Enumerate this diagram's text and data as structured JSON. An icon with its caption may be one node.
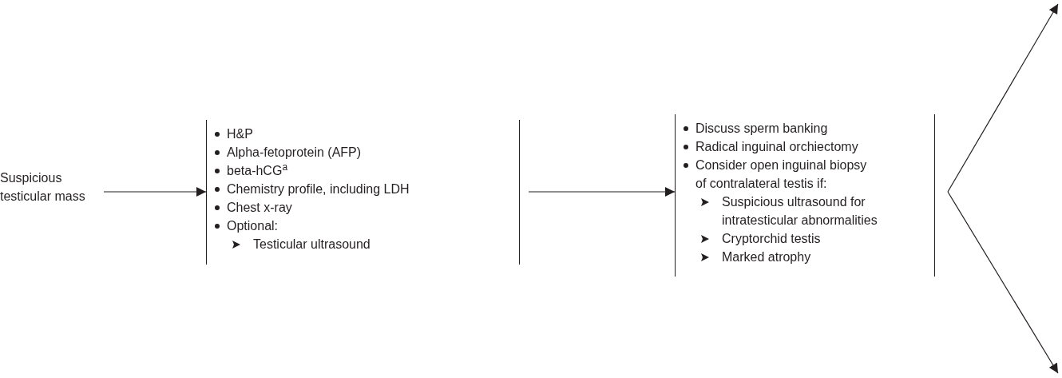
{
  "diagram": {
    "nodes": [
      {
        "text": [
          "Suspicious testicular mass"
        ]
      },
      {
        "text": [
          "H&P",
          "Alpha-fetoprotein (AFP)",
          "beta-hCG$^{a}$",
          "Chemistry profile, including LDH",
          "Chest x-ray",
          "Optional:",
          "Testicular ultrasound"
        ]
      },
      {
        "text": [
          "Discuss sperm banking",
          "Radical inguinal orchiectomy",
          "Consider open inguinal biopsy of contralateral testis if:",
          "Suspicious ultrasound for intratesticular abnormalities",
          "Cryptorchid testis",
          "Marked atrophy"
        ]
      }
    ],
    "edges": [
      {
        "from": 0,
        "to": 1,
        "arrow": "to"
      },
      {
        "from": 1,
        "to": 2,
        "arrow": "to"
      },
      {
        "from": 2,
        "to": null,
        "arrow": "to"
      },
      {
        "from": 2,
        "to": null,
        "arrow": "to"
      }
    ]
  }
}
